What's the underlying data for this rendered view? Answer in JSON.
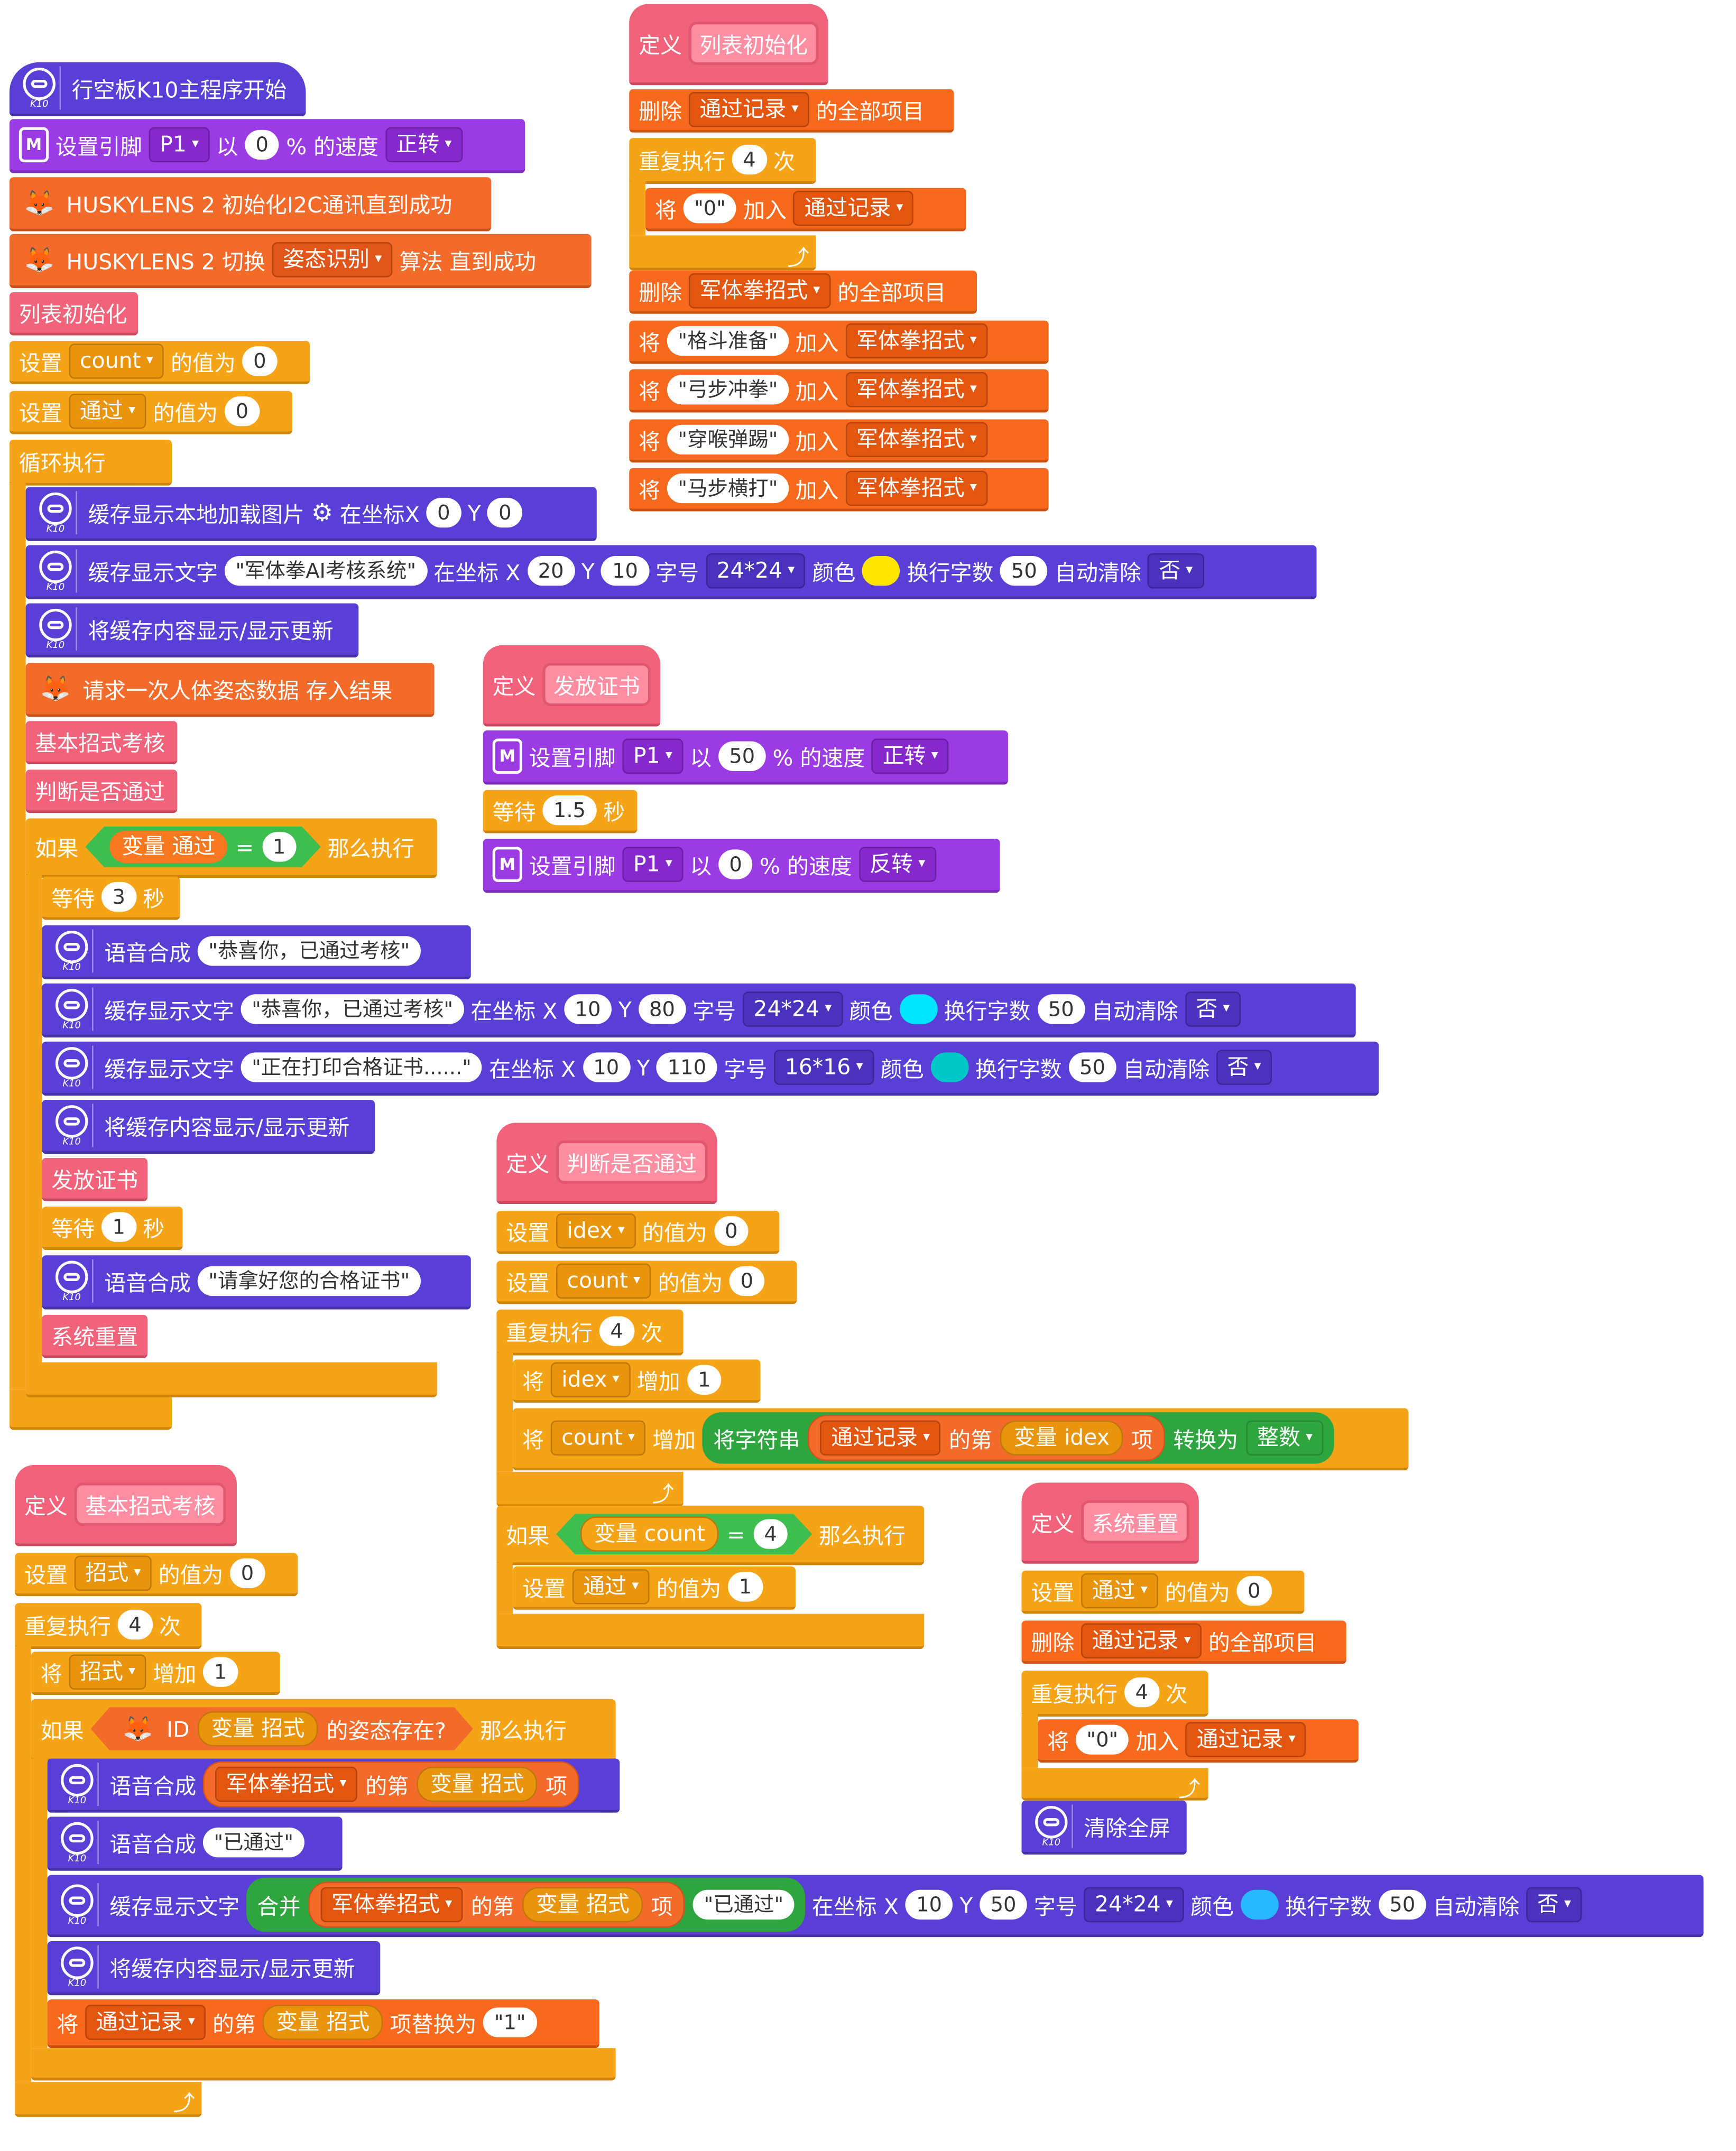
{
  "icons": {
    "k10": "k10-board-icon",
    "fox": "huskylens-fox-icon",
    "motor": "motor-icon",
    "gear": "gear-icon",
    "loop": "loop-arrow-icon",
    "caret": "dropdown-caret-icon"
  },
  "k10_caption": "K10",
  "fox_sub": "2",
  "motor_letter": "M",
  "kw": {
    "define": "定义",
    "set": "设置",
    "value_is": "的值为",
    "repeat": "重复执行",
    "times": "次",
    "take": "将",
    "add_to": "加入",
    "delete": "删除",
    "all_items": "的全部项目",
    "if": "如果",
    "then": "那么执行",
    "wait": "等待",
    "seconds": "秒",
    "increase": "增加",
    "variable": "变量",
    "equals": "=",
    "the_nth": "的第",
    "item": "项",
    "forever": "循环执行",
    "set_pin": "设置引脚",
    "with": "以",
    "speed_pct": "% 的速度",
    "speech": "语音合成",
    "show_text": "缓存显示文字",
    "at_coord_x": "在坐标 X",
    "at_coordX": "在坐标X",
    "y": "Y",
    "font_size": "字号",
    "color": "颜色",
    "wrap": "换行字数",
    "auto_clear": "自动清除",
    "refresh": "将缓存内容显示/显示更新",
    "load_image": "缓存显示本地加载图片",
    "replace_with": "项替换为",
    "join": "合并",
    "string_convert": "将字符串",
    "convert_to": "转换为",
    "pose_exists": "的姿态存在?",
    "id": "ID",
    "clear_screen": "清除全屏",
    "request_pose": "请求一次人体姿态数据 存入结果",
    "husky_init": "HUSKYLENS 2 初始化I2C通讯直到成功",
    "husky_switch": "HUSKYLENS 2 切换",
    "algo_until": "算法 直到成功"
  },
  "vars": {
    "count": "count",
    "pass": "通过",
    "idex": "idex",
    "move": "招式",
    "pass_record": "通过记录",
    "moves_list": "军体拳招式"
  },
  "opts": {
    "pin": "P1",
    "forward": "正转",
    "reverse": "反转",
    "pose_algo": "姿态识别",
    "no": "否",
    "int": "整数",
    "font24": "24*24",
    "font16": "16*16"
  },
  "procs": {
    "list_init": "列表初始化",
    "cert": "发放证书",
    "check_pass": "判断是否通过",
    "basic": "基本招式考核",
    "reset": "系统重置"
  },
  "main": {
    "hat": "行空板K10主程序开始",
    "speed0": "0",
    "count_init": "0",
    "pass_init": "0",
    "img_x": "0",
    "img_y": "0",
    "title_text": "军体拳AI考核系统",
    "title_x": "20",
    "title_y": "10",
    "wrap": "50",
    "if_val": "1",
    "wait1": "3",
    "speech1": "恭喜你，已通过考核",
    "msg1": "恭喜你，已通过考核",
    "msg1_x": "10",
    "msg1_y": "80",
    "msg2": "正在打印合格证书......",
    "msg2_x": "10",
    "msg2_y": "110",
    "wait2": "1",
    "speech2": "请拿好您的合格证书"
  },
  "list_init": {
    "rep": "4",
    "zero": "0",
    "moves": [
      "格斗准备",
      "弓步冲拳",
      "穿喉弹踢",
      "马步横打"
    ]
  },
  "cert": {
    "speed_on": "50",
    "wait": "1.5",
    "speed_off": "0"
  },
  "check": {
    "idex0": "0",
    "count0": "0",
    "rep": "4",
    "inc": "1",
    "cmp": "4",
    "pass_val": "1"
  },
  "reset": {
    "pass0": "0",
    "rep": "4",
    "zero": "0"
  },
  "basic": {
    "move0": "0",
    "rep": "4",
    "inc": "1",
    "passed": "已通过",
    "x": "10",
    "y": "50",
    "wrap": "50",
    "replace": "1"
  },
  "colors": {
    "yellow": "#ffe600",
    "cyan1": "#00e5ff",
    "cyan2": "#00c8c8",
    "blue": "#27b8ff"
  }
}
